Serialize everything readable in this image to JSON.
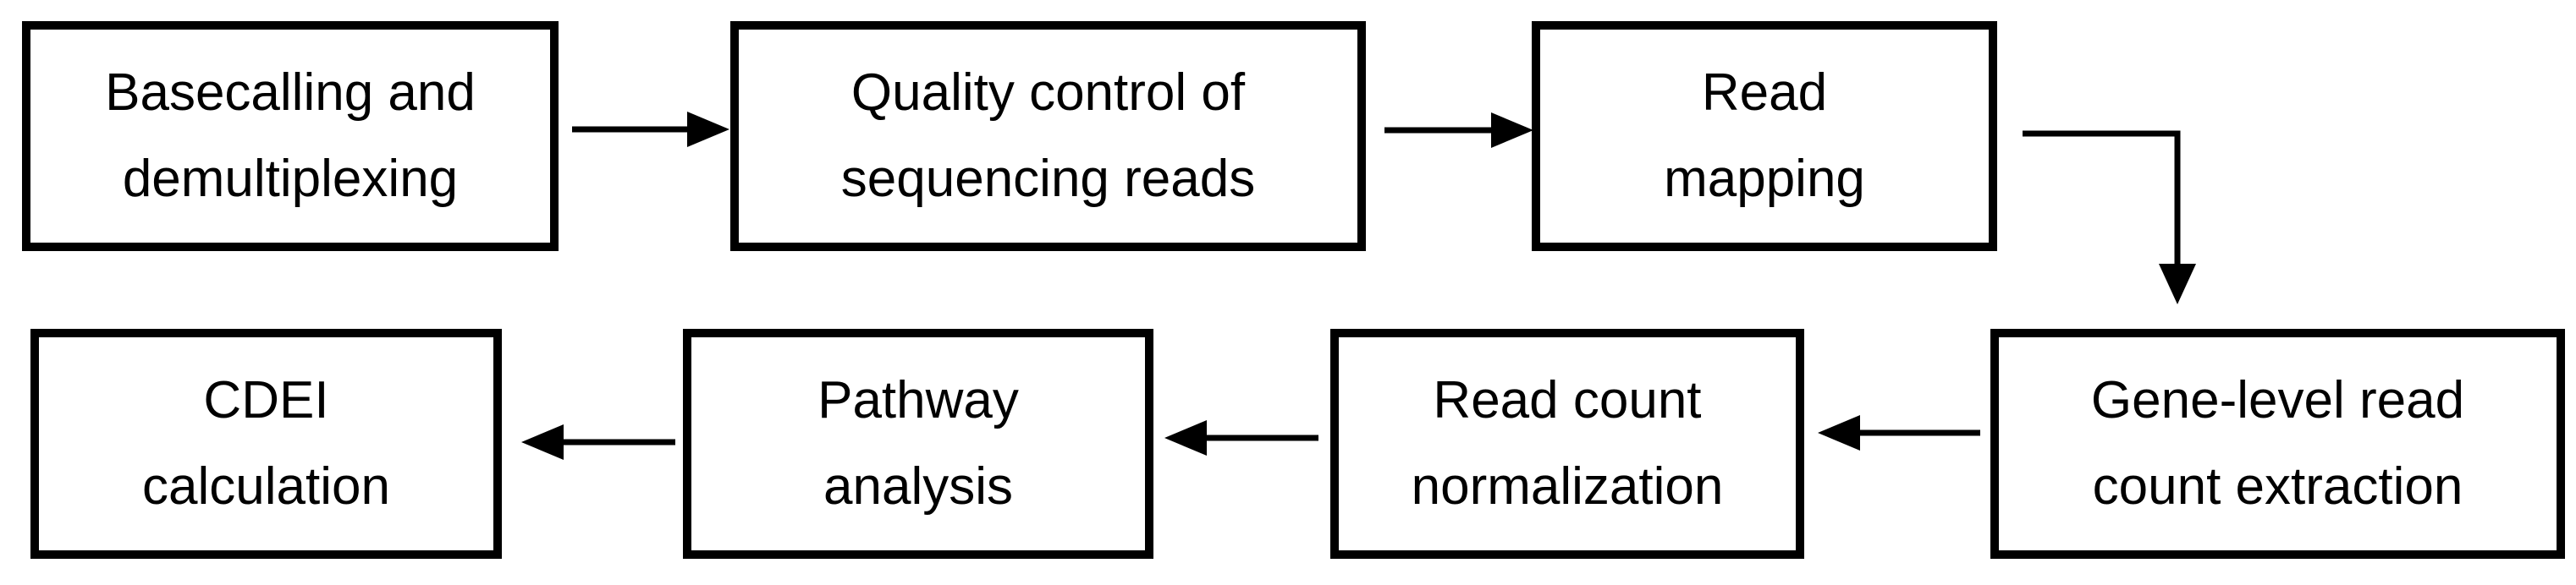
{
  "diagram": {
    "type": "flowchart",
    "nodes": [
      {
        "id": "basecalling-demultiplexing",
        "label": "Basecalling and\ndemultiplexing"
      },
      {
        "id": "quality-control-sequencing-reads",
        "label": "Quality control of\nsequencing reads"
      },
      {
        "id": "read-mapping",
        "label": "Read\nmapping"
      },
      {
        "id": "gene-level-read-count-extraction",
        "label": "Gene-level read\ncount extraction"
      },
      {
        "id": "read-count-normalization",
        "label": "Read count\nnormalization"
      },
      {
        "id": "pathway-analysis",
        "label": "Pathway\nanalysis"
      },
      {
        "id": "cdei-calculation",
        "label": "CDEI\ncalculation"
      }
    ],
    "edges": [
      {
        "from": "basecalling-demultiplexing",
        "to": "quality-control-sequencing-reads",
        "direction": "right"
      },
      {
        "from": "quality-control-sequencing-reads",
        "to": "read-mapping",
        "direction": "right"
      },
      {
        "from": "read-mapping",
        "to": "gene-level-read-count-extraction",
        "direction": "elbow-down"
      },
      {
        "from": "gene-level-read-count-extraction",
        "to": "read-count-normalization",
        "direction": "left"
      },
      {
        "from": "read-count-normalization",
        "to": "pathway-analysis",
        "direction": "left"
      },
      {
        "from": "pathway-analysis",
        "to": "cdei-calculation",
        "direction": "left"
      }
    ]
  },
  "colors": {
    "background": "#ffffff",
    "node_fill": "#ffffff",
    "node_border": "#000000",
    "text": "#000000",
    "arrow": "#000000"
  }
}
